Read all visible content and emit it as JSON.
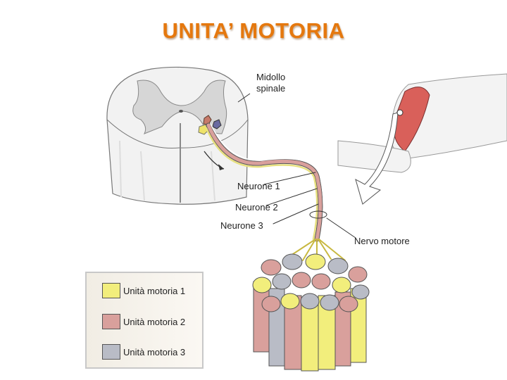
{
  "title": "UNITA’ MOTORIA",
  "labels": {
    "spinal_cord": [
      "Midollo",
      "spinale"
    ],
    "neuron1": "Neurone 1",
    "neuron2": "Neurone 2",
    "neuron3": "Neurone 3",
    "motor_nerve": "Nervo motore"
  },
  "legend": [
    {
      "label": "Unità motoria 1",
      "color": "#f2ee7c"
    },
    {
      "label": "Unità motoria 2",
      "color": "#d9a09c"
    },
    {
      "label": "Unità motoria 3",
      "color": "#b9bcc6"
    }
  ]
}
